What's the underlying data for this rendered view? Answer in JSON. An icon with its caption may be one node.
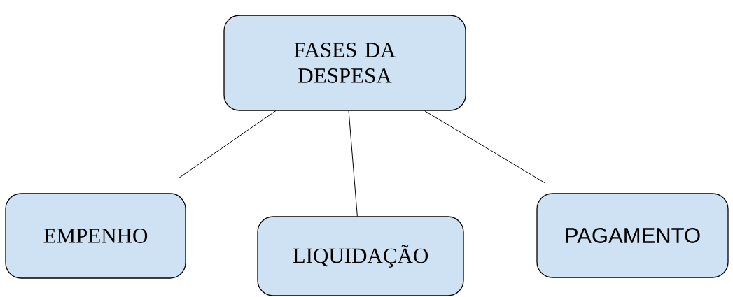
{
  "diagram": {
    "nodes": [
      {
        "text": [
          "FASES DA DESPESA"
        ]
      },
      {
        "text": [
          "EMPENHO"
        ]
      },
      {
        "text": [
          "LIQUIDAÇÃO"
        ]
      },
      {
        "text": [
          "PAGAMENTO"
        ]
      }
    ],
    "edges": [
      {
        "from": 0,
        "to": 1,
        "arrow": "none"
      },
      {
        "from": 0,
        "to": 2,
        "arrow": "none"
      },
      {
        "from": 0,
        "to": 3,
        "arrow": "none"
      }
    ]
  }
}
